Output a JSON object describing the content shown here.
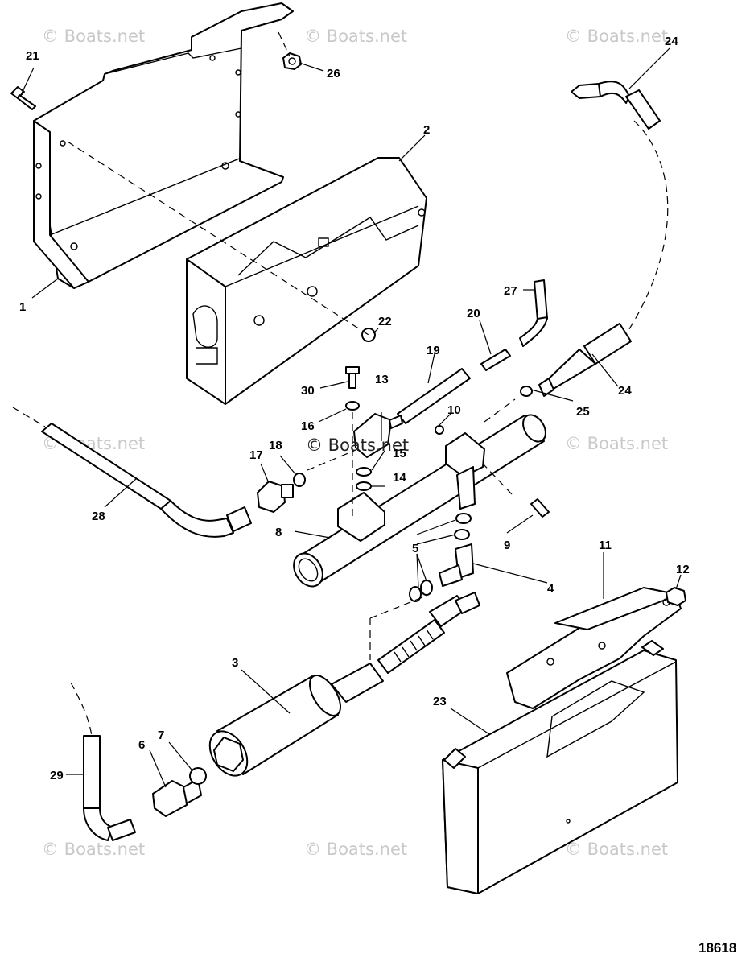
{
  "watermark_text": "© Boats.net",
  "center_watermark_text": "© Boats.net",
  "document_number": "18618",
  "callouts": {
    "c1": "1",
    "c2": "2",
    "c3": "3",
    "c4": "4",
    "c5": "5",
    "c6": "6",
    "c7": "7",
    "c8": "8",
    "c9": "9",
    "c10": "10",
    "c11": "11",
    "c12": "12",
    "c13": "13",
    "c14": "14",
    "c15": "15",
    "c16": "16",
    "c17": "17",
    "c18": "18",
    "c19": "19",
    "c20": "20",
    "c21": "21",
    "c22": "22",
    "c23": "23",
    "c24a": "24",
    "c24b": "24",
    "c25": "25",
    "c26": "26",
    "c27": "27",
    "c28": "28",
    "c29": "29",
    "c30": "30"
  }
}
